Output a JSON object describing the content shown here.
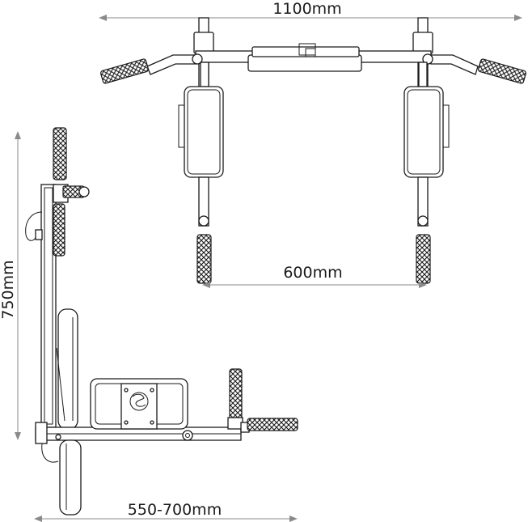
{
  "dimensions": {
    "top_width": "1100mm",
    "grip_spacing": "600mm",
    "height": "750mm",
    "wall_depth": "550-700mm"
  },
  "icons": {
    "front_view": "pull-up-bar-front-view-drawing",
    "side_view": "pull-up-bar-side-view-drawing",
    "logo_plate": "brand-logo-plate-icon"
  }
}
